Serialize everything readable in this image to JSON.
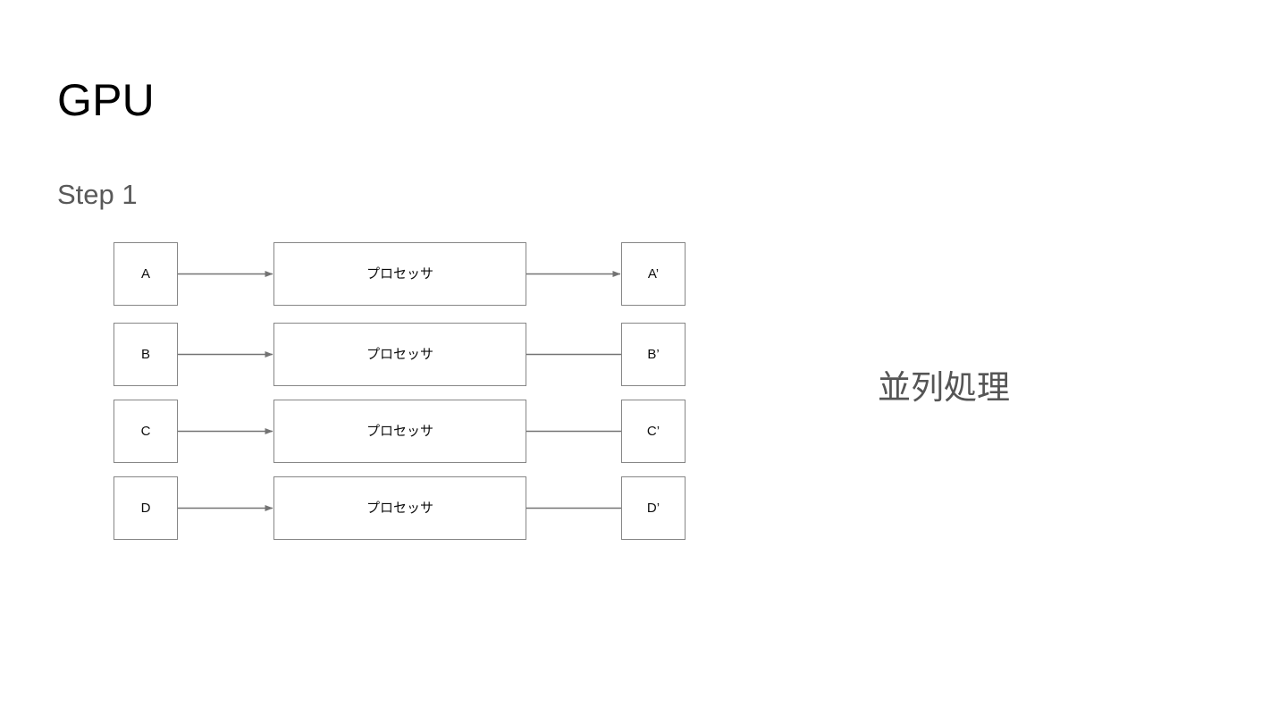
{
  "slide": {
    "title": "GPU",
    "subtitle": "Step 1",
    "background_color": "#ffffff",
    "title_color": "#000000",
    "subtitle_color": "#595959"
  },
  "diagram": {
    "stroke_color": "#868686",
    "connector_color": "#737373",
    "node_text_color": "#0d0d0d",
    "processor_label": "プロセッサ",
    "rows": [
      {
        "input_label": "A",
        "processor_label": "プロセッサ",
        "output_label": "A’",
        "input_connector": "arrow",
        "output_connector": "arrow"
      },
      {
        "input_label": "B",
        "processor_label": "プロセッサ",
        "output_label": "B’",
        "input_connector": "arrow",
        "output_connector": "line"
      },
      {
        "input_label": "C",
        "processor_label": "プロセッサ",
        "output_label": "C’",
        "input_connector": "arrow",
        "output_connector": "line"
      },
      {
        "input_label": "D",
        "processor_label": "プロセッサ",
        "output_label": "D’",
        "input_connector": "arrow",
        "output_connector": "line"
      }
    ]
  },
  "caption": {
    "text": "並列処理",
    "color": "#555555"
  }
}
